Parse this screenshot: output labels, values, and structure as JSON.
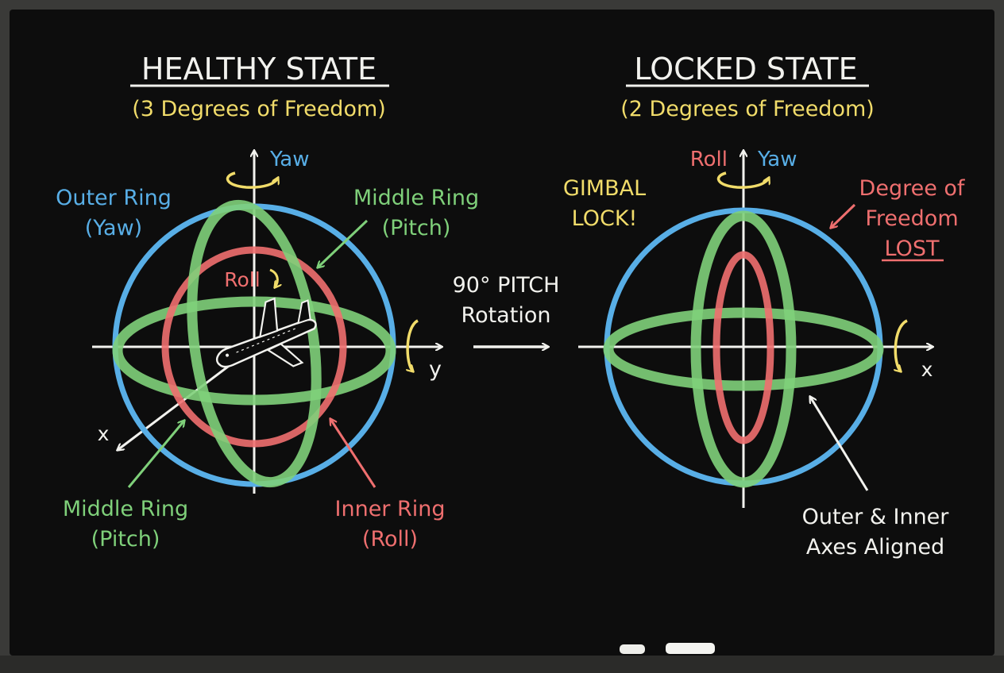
{
  "colors": {
    "chalk_white": "#f2f2ee",
    "chalk_yellow": "#f1dc6a",
    "chalk_blue": "#58aee6",
    "chalk_green": "#7fd07a",
    "chalk_red": "#ef6f6f",
    "board": "#0d0d0d",
    "frame": "#3a3a38"
  },
  "healthy": {
    "title": "HEALTHY STATE",
    "subtitle": "(3 Degrees of Freedom)",
    "yaw_label": "Yaw",
    "outer_ring_label_1": "Outer Ring",
    "outer_ring_label_2": "(Yaw)",
    "middle_ring_top_label_1": "Middle Ring",
    "middle_ring_top_label_2": "(Pitch)",
    "roll_label": "Roll",
    "axis_y": "y",
    "axis_x": "x",
    "middle_ring_bottom_label_1": "Middle Ring",
    "middle_ring_bottom_label_2": "(Pitch)",
    "inner_ring_label_1": "Inner Ring",
    "inner_ring_label_2": "(Roll)"
  },
  "transition": {
    "line1": "90° PITCH",
    "line2": "Rotation"
  },
  "locked": {
    "title": "LOCKED STATE",
    "subtitle": "(2 Degrees of Freedom)",
    "roll_label": "Roll",
    "yaw_label": "Yaw",
    "gimbal_lock_1": "GIMBAL",
    "gimbal_lock_2": "LOCK!",
    "dof_lost_1": "Degree of",
    "dof_lost_2": "Freedom",
    "dof_lost_3": "LOST",
    "axis_x": "x",
    "aligned_1": "Outer & Inner",
    "aligned_2": "Axes Aligned"
  }
}
